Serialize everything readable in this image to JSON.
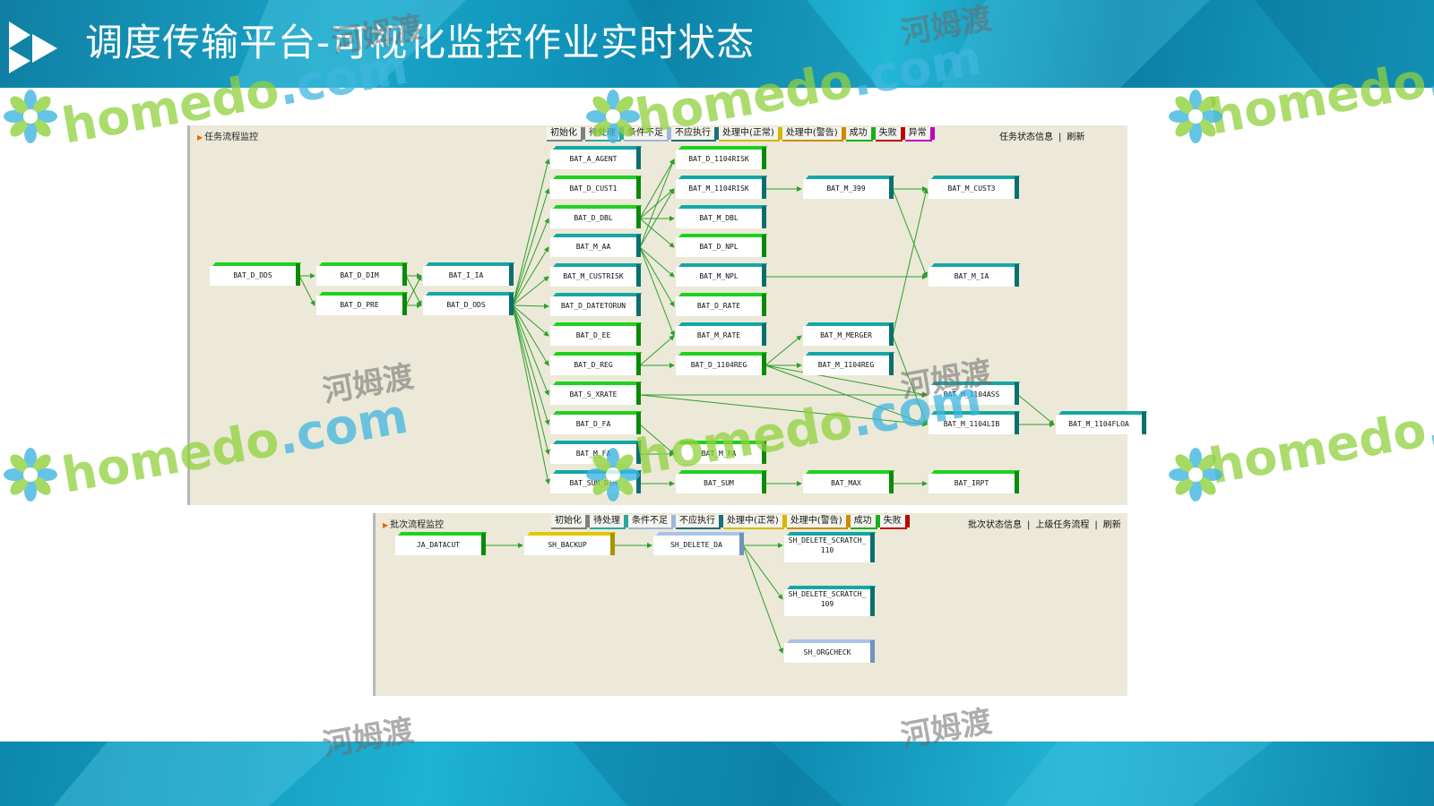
{
  "slide": {
    "title": "调度传输平台-可视化监控作业实时状态"
  },
  "watermark": {
    "logo_text": "homedo",
    "logo_domain": ".com",
    "cn_text": "河姆渡"
  },
  "colors": {
    "banner": "#1296bd",
    "panel_bg": "#ece9d8",
    "edge": "#2e9e2e",
    "success": "#11a611",
    "teal": "#0d7f7f",
    "warn_yellow": "#c8b400",
    "slate_blue": "#7b9dc7"
  },
  "legend_items": [
    {
      "label": "初始化",
      "color": "#7f7f7f"
    },
    {
      "label": "待处理",
      "color": "#2aa8a0"
    },
    {
      "label": "条件不足",
      "color": "#9fb7d9"
    },
    {
      "label": "不应执行",
      "color": "#1b6f7a"
    },
    {
      "label": "处理中(正常)",
      "color": "#d4b800"
    },
    {
      "label": "处理中(警告)",
      "color": "#d08a00"
    },
    {
      "label": "成功",
      "color": "#18b018"
    },
    {
      "label": "失败",
      "color": "#c00000"
    },
    {
      "label": "异常",
      "color": "#c000c0"
    }
  ],
  "task_panel": {
    "title": "任务流程监控",
    "link_info": "任务状态信息",
    "link_sep": "|",
    "link_refresh": "刷新",
    "legend_count": 9,
    "nodes": [
      {
        "id": "BAT_D_DDS",
        "label": "BAT_D_DDS",
        "state": "success"
      },
      {
        "id": "BAT_D_DIM",
        "label": "BAT_D_DIM",
        "state": "success"
      },
      {
        "id": "BAT_D_PRE",
        "label": "BAT_D_PRE",
        "state": "success"
      },
      {
        "id": "BAT_I_IA",
        "label": "BAT_I_IA",
        "state": "teal"
      },
      {
        "id": "BAT_D_ODS",
        "label": "BAT_D_ODS",
        "state": "teal"
      },
      {
        "id": "BAT_A_AGENT",
        "label": "BAT_A_AGENT",
        "state": "teal"
      },
      {
        "id": "BAT_D_CUST1",
        "label": "BAT_D_CUST1",
        "state": "success"
      },
      {
        "id": "BAT_D_DBL",
        "label": "BAT_D_DBL",
        "state": "success"
      },
      {
        "id": "BAT_M_AA",
        "label": "BAT_M_AA",
        "state": "teal"
      },
      {
        "id": "BAT_M_CUSTRISK",
        "label": "BAT_M_CUSTRISK",
        "state": "teal"
      },
      {
        "id": "BAT_D_DATETORUN",
        "label": "BAT_D_DATETORUN",
        "state": "teal"
      },
      {
        "id": "BAT_D_EE",
        "label": "BAT_D_EE",
        "state": "success"
      },
      {
        "id": "BAT_D_REG",
        "label": "BAT_D_REG",
        "state": "success"
      },
      {
        "id": "BAT_S_XRATE",
        "label": "BAT_S_XRATE",
        "state": "success"
      },
      {
        "id": "BAT_D_FA",
        "label": "BAT_D_FA",
        "state": "success"
      },
      {
        "id": "BAT_M_FA",
        "label": "BAT_M_FA",
        "state": "teal"
      },
      {
        "id": "BAT_SUM_DIM",
        "label": "BAT_SUM_DIM",
        "state": "teal"
      },
      {
        "id": "BAT_D_1104RISK",
        "label": "BAT_D_1104RISK",
        "state": "success"
      },
      {
        "id": "BAT_M_1104RISK",
        "label": "BAT_M_1104RISK",
        "state": "teal"
      },
      {
        "id": "BAT_M_DBL",
        "label": "BAT_M_DBL",
        "state": "teal"
      },
      {
        "id": "BAT_D_NPL",
        "label": "BAT_D_NPL",
        "state": "success"
      },
      {
        "id": "BAT_M_NPL",
        "label": "BAT_M_NPL",
        "state": "teal"
      },
      {
        "id": "BAT_D_RATE",
        "label": "BAT_D_RATE",
        "state": "success"
      },
      {
        "id": "BAT_M_RATE",
        "label": "BAT_M_RATE",
        "state": "teal"
      },
      {
        "id": "BAT_D_1104REG",
        "label": "BAT_D_1104REG",
        "state": "success"
      },
      {
        "id": "BAT_M_FA2",
        "label": "BAT_M_FA",
        "state": "success"
      },
      {
        "id": "BAT_SUM",
        "label": "BAT_SUM",
        "state": "success"
      },
      {
        "id": "BAT_M_399",
        "label": "BAT_M_399",
        "state": "teal"
      },
      {
        "id": "BAT_M_MERGER",
        "label": "BAT_M_MERGER",
        "state": "teal"
      },
      {
        "id": "BAT_M_1104REG",
        "label": "BAT_M_1104REG",
        "state": "teal"
      },
      {
        "id": "BAT_MAX",
        "label": "BAT_MAX",
        "state": "success"
      },
      {
        "id": "BAT_M_CUST3",
        "label": "BAT_M_CUST3",
        "state": "teal"
      },
      {
        "id": "BAT_M_IA",
        "label": "BAT_M_IA",
        "state": "teal"
      },
      {
        "id": "BAT_M_1104ASS",
        "label": "BAT_M_1104ASS",
        "state": "teal"
      },
      {
        "id": "BAT_M_1104LIB",
        "label": "BAT_M_1104LIB",
        "state": "teal"
      },
      {
        "id": "BAT_IRPT",
        "label": "BAT_IRPT",
        "state": "success"
      },
      {
        "id": "BAT_M_1104FLOA",
        "label": "BAT_M_1104FLOA",
        "state": "teal"
      }
    ],
    "edges": [
      [
        "BAT_D_DDS",
        "BAT_D_DIM"
      ],
      [
        "BAT_D_DDS",
        "BAT_D_PRE"
      ],
      [
        "BAT_D_DIM",
        "BAT_I_IA"
      ],
      [
        "BAT_D_DIM",
        "BAT_D_ODS"
      ],
      [
        "BAT_D_PRE",
        "BAT_D_ODS"
      ],
      [
        "BAT_D_PRE",
        "BAT_I_IA"
      ],
      [
        "BAT_D_ODS",
        "BAT_A_AGENT"
      ],
      [
        "BAT_D_ODS",
        "BAT_D_CUST1"
      ],
      [
        "BAT_D_ODS",
        "BAT_D_DBL"
      ],
      [
        "BAT_D_ODS",
        "BAT_M_AA"
      ],
      [
        "BAT_D_ODS",
        "BAT_M_CUSTRISK"
      ],
      [
        "BAT_D_ODS",
        "BAT_D_DATETORUN"
      ],
      [
        "BAT_D_ODS",
        "BAT_D_EE"
      ],
      [
        "BAT_D_ODS",
        "BAT_D_REG"
      ],
      [
        "BAT_D_ODS",
        "BAT_S_XRATE"
      ],
      [
        "BAT_D_ODS",
        "BAT_D_FA"
      ],
      [
        "BAT_D_ODS",
        "BAT_M_FA"
      ],
      [
        "BAT_D_ODS",
        "BAT_SUM_DIM"
      ],
      [
        "BAT_D_DBL",
        "BAT_D_1104RISK"
      ],
      [
        "BAT_D_DBL",
        "BAT_M_1104RISK"
      ],
      [
        "BAT_D_DBL",
        "BAT_M_DBL"
      ],
      [
        "BAT_D_DBL",
        "BAT_D_NPL"
      ],
      [
        "BAT_M_AA",
        "BAT_M_1104RISK"
      ],
      [
        "BAT_M_AA",
        "BAT_D_1104RISK"
      ],
      [
        "BAT_M_AA",
        "BAT_M_NPL"
      ],
      [
        "BAT_M_AA",
        "BAT_D_RATE"
      ],
      [
        "BAT_M_AA",
        "BAT_M_RATE"
      ],
      [
        "BAT_D_REG",
        "BAT_D_1104REG"
      ],
      [
        "BAT_D_REG",
        "BAT_M_RATE"
      ],
      [
        "BAT_D_FA",
        "BAT_M_FA2"
      ],
      [
        "BAT_M_FA",
        "BAT_M_FA2"
      ],
      [
        "BAT_SUM_DIM",
        "BAT_SUM"
      ],
      [
        "BAT_M_1104RISK",
        "BAT_M_399"
      ],
      [
        "BAT_M_399",
        "BAT_M_CUST3"
      ],
      [
        "BAT_M_399",
        "BAT_M_IA"
      ],
      [
        "BAT_M_NPL",
        "BAT_M_IA"
      ],
      [
        "BAT_M_MERGER",
        "BAT_M_CUST3"
      ],
      [
        "BAT_D_1104REG",
        "BAT_M_MERGER"
      ],
      [
        "BAT_D_1104REG",
        "BAT_M_1104REG"
      ],
      [
        "BAT_D_1104REG",
        "BAT_M_1104ASS"
      ],
      [
        "BAT_D_1104REG",
        "BAT_M_1104LIB"
      ],
      [
        "BAT_S_XRATE",
        "BAT_M_1104ASS"
      ],
      [
        "BAT_S_XRATE",
        "BAT_M_1104LIB"
      ],
      [
        "BAT_M_MERGER",
        "BAT_M_1104LIB"
      ],
      [
        "BAT_M_1104ASS",
        "BAT_M_1104FLOA"
      ],
      [
        "BAT_M_1104LIB",
        "BAT_M_1104FLOA"
      ],
      [
        "BAT_SUM",
        "BAT_MAX"
      ],
      [
        "BAT_MAX",
        "BAT_IRPT"
      ]
    ]
  },
  "batch_panel": {
    "title": "批次流程监控",
    "link_info": "批次状态信息",
    "link_sep": "|",
    "link_parent": "上级任务流程",
    "link_refresh": "刷新",
    "legend_count": 8,
    "nodes": [
      {
        "id": "JA_DATACUT",
        "label": "JA_DATACUT",
        "state": "success"
      },
      {
        "id": "SH_BACKUP",
        "label": "SH_BACKUP",
        "state": "warn"
      },
      {
        "id": "SH_DELETE_DA",
        "label": "SH_DELETE_DA",
        "state": "pending"
      },
      {
        "id": "SH_DELETE_SCRATCH_110",
        "label": "SH_DELETE_SCRATCH_",
        "label2": "110",
        "state": "teal"
      },
      {
        "id": "SH_DELETE_SCRATCH_109",
        "label": "SH_DELETE_SCRATCH_",
        "label2": "109",
        "state": "teal"
      },
      {
        "id": "SH_ORGCHECK",
        "label": "SH_ORGCHECK",
        "state": "pending"
      }
    ],
    "edges": [
      [
        "JA_DATACUT",
        "SH_BACKUP"
      ],
      [
        "SH_BACKUP",
        "SH_DELETE_DA"
      ],
      [
        "SH_DELETE_DA",
        "SH_DELETE_SCRATCH_110"
      ],
      [
        "SH_DELETE_DA",
        "SH_DELETE_SCRATCH_109"
      ],
      [
        "SH_DELETE_DA",
        "SH_ORGCHECK"
      ]
    ]
  }
}
